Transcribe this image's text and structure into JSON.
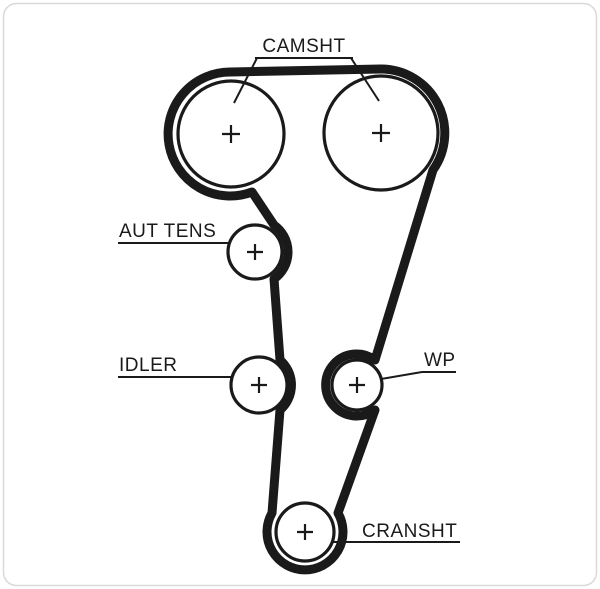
{
  "diagram": {
    "type": "timing_belt_routing",
    "marker_symbol": "+",
    "colors": {
      "line": "#1a1a1a",
      "background": "#ffffff",
      "border": "#d9d9d9"
    },
    "labels": {
      "camshaft": "CAMSHT",
      "auto_tensioner": "AUT TENS",
      "idler": "IDLER",
      "water_pump": "WP",
      "crankshaft": "CRANSHT"
    }
  }
}
